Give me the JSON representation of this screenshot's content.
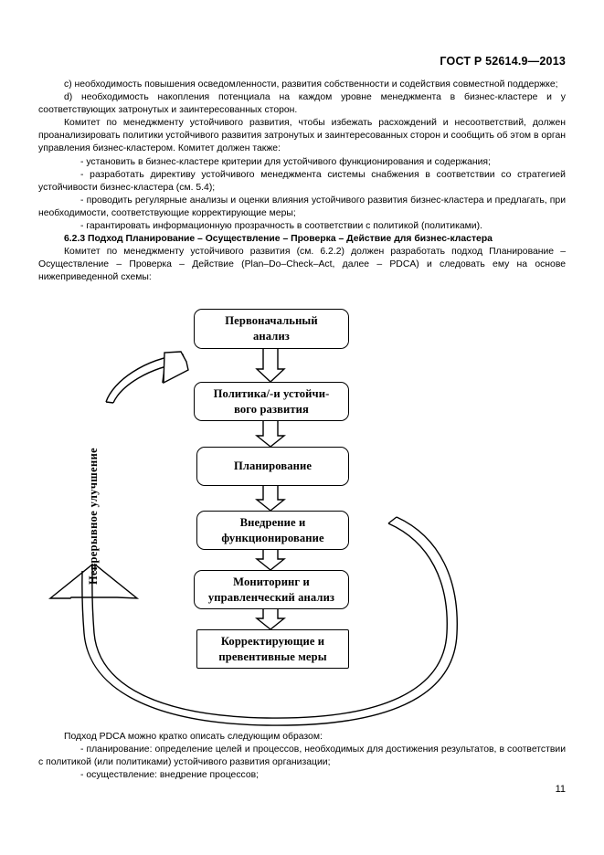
{
  "header": {
    "standard_number": "ГОСТ Р 52614.9—2013"
  },
  "body": {
    "paragraphs": [
      {
        "style": "indent",
        "text": "c)  необходимость повышения осведомленности, развития собственности и содействия совместной поддержке;"
      },
      {
        "style": "indent",
        "text": "d)  необходимость накопления потенциала на каждом уровне менеджмента в бизнес-кластере и у соответствующих затронутых и заинтересованных сторон."
      },
      {
        "style": "indent",
        "text": "Комитет по менеджменту устойчивого развития, чтобы избежать расхождений и несоответствий, должен проанализировать политики устойчивого развития затронутых и заинтересованных сторон и сообщить об этом в орган управления бизнес-кластером. Комитет должен также:"
      },
      {
        "style": "dash",
        "text": "- установить в бизнес-кластере критерии для устойчивого функционирования и содержания;"
      },
      {
        "style": "dash",
        "text": "- разработать директиву устойчивого менеджмента системы снабжения в соответствии со стратегией устойчивости бизнес-кластера (см. 5.4);"
      },
      {
        "style": "dash",
        "text": "- проводить регулярные анализы и оценки влияния устойчивого развития бизнес-кластера и предлагать, при необходимости, соответствующие корректирующие меры;"
      },
      {
        "style": "dash",
        "text": "- гарантировать информационную прозрачность в соответствии с политикой (политиками)."
      },
      {
        "style": "heading",
        "text": "6.2.3 Подход Планирование – Осуществление – Проверка – Действие для  бизнес-кластера"
      },
      {
        "style": "indent",
        "text": "Комитет по менеджменту устойчивого развития (см. 6.2.2) должен разработать подход Планирование – Осуществление – Проверка – Действие (Plan–Do–Check–Act, далее – PDCA) и следовать ему на основе нижеприведенной схемы:"
      }
    ]
  },
  "diagram": {
    "cycle_label": "Непрерывное улучшение",
    "nodes": [
      {
        "id": "initial-review",
        "text": "Первоначальный\nанализ"
      },
      {
        "id": "policy",
        "text": "Политика/-и   устойчи-\nвого развития"
      },
      {
        "id": "planning",
        "text": "Планирование"
      },
      {
        "id": "implementation",
        "text": "Внедрение и\nфункционирование"
      },
      {
        "id": "monitoring",
        "text": "Мониторинг и\nуправленческий анализ"
      },
      {
        "id": "corrective",
        "text": "Корректирующие и\nпревентивные меры"
      }
    ]
  },
  "bottom": {
    "paragraphs": [
      {
        "style": "indent",
        "text": "Подход PDCA можно кратко описать следующим образом:"
      },
      {
        "style": "dash",
        "text": "- планирование: определение целей и процессов, необходимых для достижения результатов, в соответствии с политикой (или политиками) устойчивого развития организации;"
      },
      {
        "style": "dash",
        "text": "- осуществление: внедрение процессов;"
      }
    ]
  },
  "page_number": "11"
}
